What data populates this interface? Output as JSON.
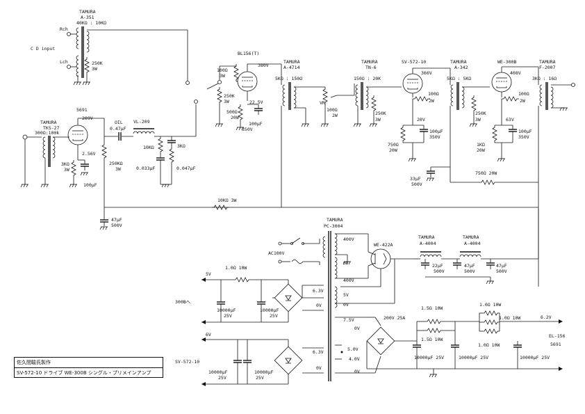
{
  "title_block": {
    "author": "佐久間駿氏製作",
    "title": "SV-572-10 ドライブ WE-300B シングル・プリメインアンプ"
  },
  "input": {
    "cd_input": "C D  input",
    "rch": "Rch",
    "lch": "Lch",
    "trans_a351": [
      "TAMURA",
      "A-351",
      "40KΩ : 10KΩ"
    ],
    "r_250k": [
      "250K",
      "3W"
    ]
  },
  "stage1": {
    "trans_tks27": [
      "TAMURA",
      "TKS-27",
      "300Ω:100k"
    ],
    "tube": "5691",
    "v_plate": "209V",
    "v_cathode": "2.56V",
    "r_cath": [
      "3KΩ",
      "3W"
    ],
    "c_cath": "100μF",
    "r_load": [
      "250KΩ",
      "3W"
    ],
    "c_coupling": [
      "OIL",
      "0.47μF"
    ],
    "choke": "VL-209",
    "r_10k": "10KΩ",
    "r_3k": "3KΩ",
    "c_0033": "0.033μF",
    "c_0047": "0.047μF"
  },
  "stage2": {
    "tube": "BL156(T)",
    "v_plate": "380V",
    "r_100": [
      "100Ω",
      "3W"
    ],
    "r_250k": [
      "250K",
      "3W"
    ],
    "r_500": [
      "500Ω",
      "20W"
    ],
    "v_cathode": "22.5V",
    "c_100": [
      "100μF",
      "350V"
    ]
  },
  "trans_a4714": [
    "TAMURA",
    "A-4714",
    "5KΩ : 150Ω"
  ],
  "vr": [
    "VR",
    "100Ω",
    "2W"
  ],
  "trans_tn6": [
    "TAMURA",
    "TN-6",
    "150Ω : 20K"
  ],
  "stage3": {
    "tube": "SV-572-10",
    "v_plate": "366V",
    "r_100": [
      "100Ω",
      "2W"
    ],
    "r_250k": [
      "250K",
      "3W"
    ],
    "v_bias": "20V",
    "r_750": [
      "750Ω",
      "20W"
    ],
    "c_100": [
      "100μF",
      "350V"
    ]
  },
  "trans_a342": [
    "TAMURA",
    "A-342",
    "5KΩ : 5KΩ"
  ],
  "stage4": {
    "tube": "WE-300B",
    "v_plate": "408V",
    "r_100": [
      "100Ω",
      "2W"
    ],
    "r_250k": [
      "250K",
      "3W"
    ],
    "v_bias": "63V",
    "r_1k": [
      "1KΩ",
      "20W"
    ],
    "c_100": [
      "100μF",
      "350V"
    ]
  },
  "trans_f2007": [
    "TAMURA",
    "F-2007",
    "3KΩ : 16Ω"
  ],
  "feedback": {
    "c_33": [
      "33μF",
      "500V"
    ],
    "r_750": "750Ω  20W",
    "r_10k": "10KΩ  3W",
    "c_47": [
      "47μF",
      "500V"
    ]
  },
  "power": {
    "trans_pc3004": [
      "TAMURA",
      "PC-3004"
    ],
    "ac": "AC100V",
    "v400a": "400V",
    "v0a": "0V",
    "v400b": "400V",
    "rect": "WE-422A",
    "v5": "5V",
    "v0b": "0V",
    "v63a": "6.3V",
    "v0c": "0V",
    "v75": "7.5V",
    "v0d": "0V",
    "v50": "5.0V",
    "v40": "4.0V",
    "v0e": "0V",
    "v63b": "6.3V",
    "v0f": "0V",
    "v200": "200V  25A",
    "choke1": [
      "TAMURA",
      "A-4004"
    ],
    "choke2": [
      "TAMURA",
      "A-4004"
    ],
    "c1": [
      "22μF",
      "500V"
    ],
    "c2": [
      "47μF",
      "500V"
    ],
    "c3": [
      "47μF",
      "500V"
    ]
  },
  "heater300b": {
    "v5": "5V",
    "r_10": "1.0Ω  10W",
    "label": "300Bへ",
    "c1": [
      "10000μF",
      "25V"
    ],
    "c2": [
      "10000μF",
      "25V"
    ]
  },
  "heater572": {
    "v6": "6V",
    "label": "SV-572-10",
    "c1": [
      "10000μF",
      "25V"
    ],
    "c2": [
      "10000μF",
      "25V"
    ]
  },
  "heater_el": {
    "r_15a": "1.5Ω  10W",
    "r_15b": "1.5Ω  10W",
    "r_10a": "1.0Ω  10W",
    "r_10b": "1.0Ω  10W",
    "r_10c": "1.0Ω  10W",
    "v62": "6.2V",
    "out1": "EL-156",
    "out2": "5691",
    "c1": "10000μF 25V",
    "c2": "10000μF 25V",
    "c3": "10000μF 25V"
  }
}
